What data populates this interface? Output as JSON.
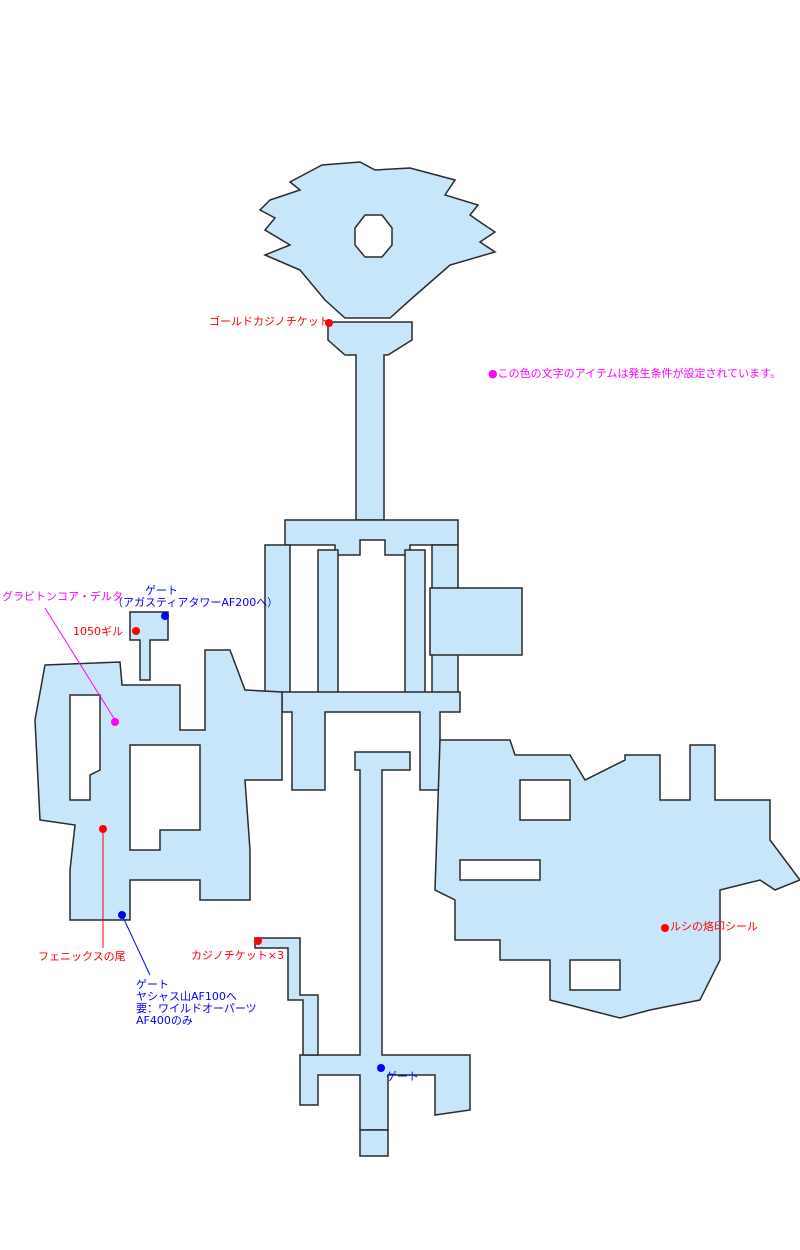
{
  "colors": {
    "item": "#ff0000",
    "gate": "#0000ff",
    "conditional": "#ff00ff",
    "floor": "#c8e6fa"
  },
  "legend": "●この色の文字のアイテムは発生条件が設定されています。",
  "markers": {
    "gold_ticket": "ゴールドカジノチケット",
    "gate_top_title": "ゲート",
    "gate_top_dest": "（アガスティアタワーAF200へ）",
    "gil": "1050ギル",
    "gravitoncore": "グラビトンコア・デルタ",
    "phoenix": "フェニックスの尾",
    "gate_left_title": "ゲート",
    "gate_left_dest": "ヤシャス山AF100へ",
    "gate_left_req": "要：ワイルドオーパーツ",
    "gate_left_cond": "AF400のみ",
    "casino_ticket": "カジノチケット×3",
    "lucy_seal": "ルシの烙印シール",
    "gate_bottom": "ゲート"
  }
}
